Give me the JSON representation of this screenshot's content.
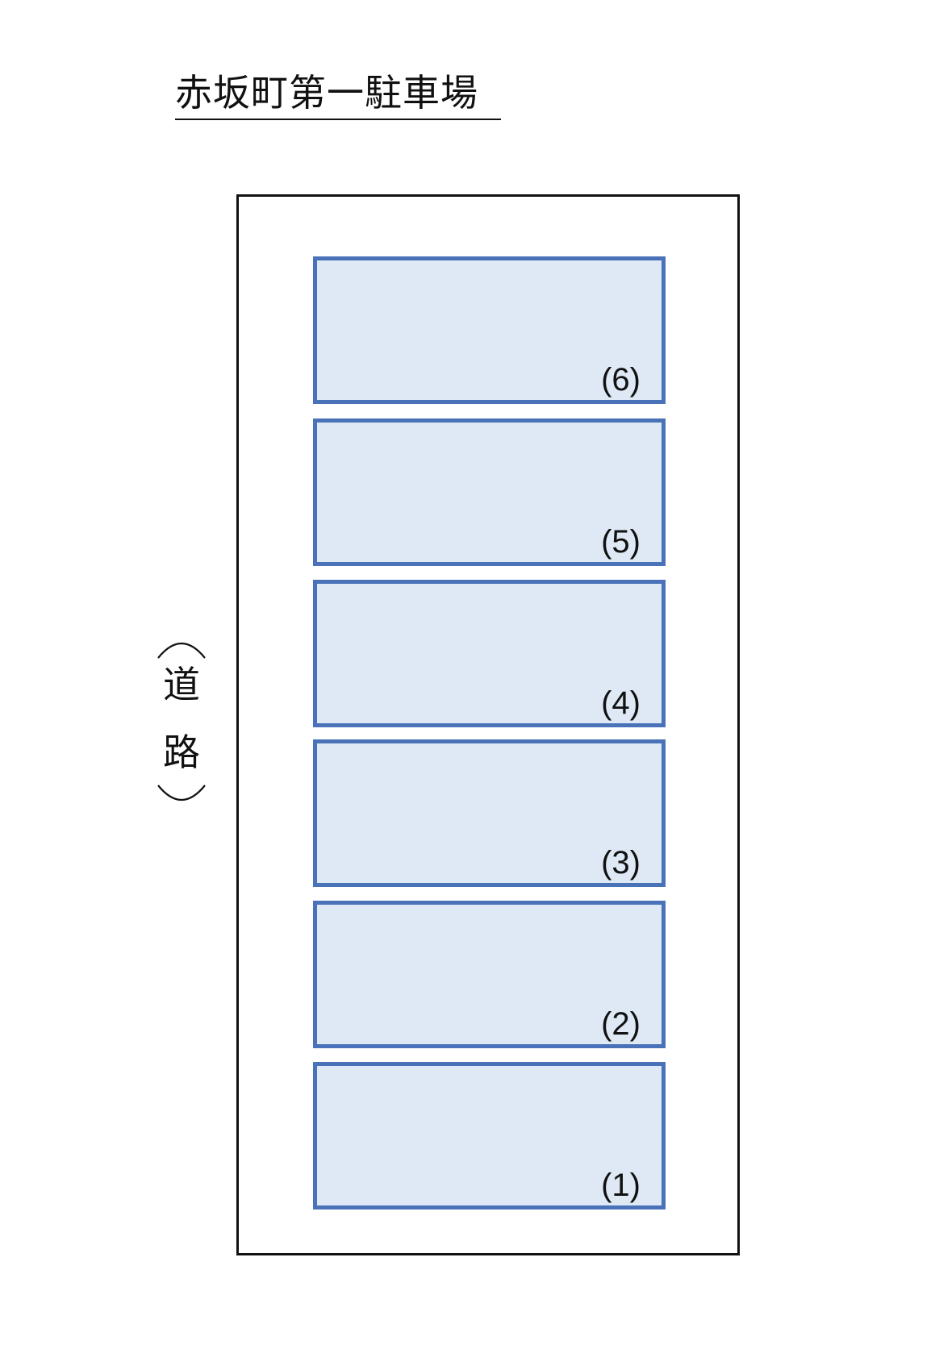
{
  "title": "赤坂町第一駐車場",
  "road": {
    "open_paren": "（",
    "chars": [
      "道",
      "路"
    ],
    "close_paren": "）"
  },
  "stalls": [
    {
      "label": "(6)"
    },
    {
      "label": "(5)"
    },
    {
      "label": "(4)"
    },
    {
      "label": "(3)"
    },
    {
      "label": "(2)"
    },
    {
      "label": "(1)"
    }
  ],
  "colors": {
    "stall_fill": "#dee9f5",
    "stall_border": "#4a72b8",
    "lot_border": "#111111"
  }
}
